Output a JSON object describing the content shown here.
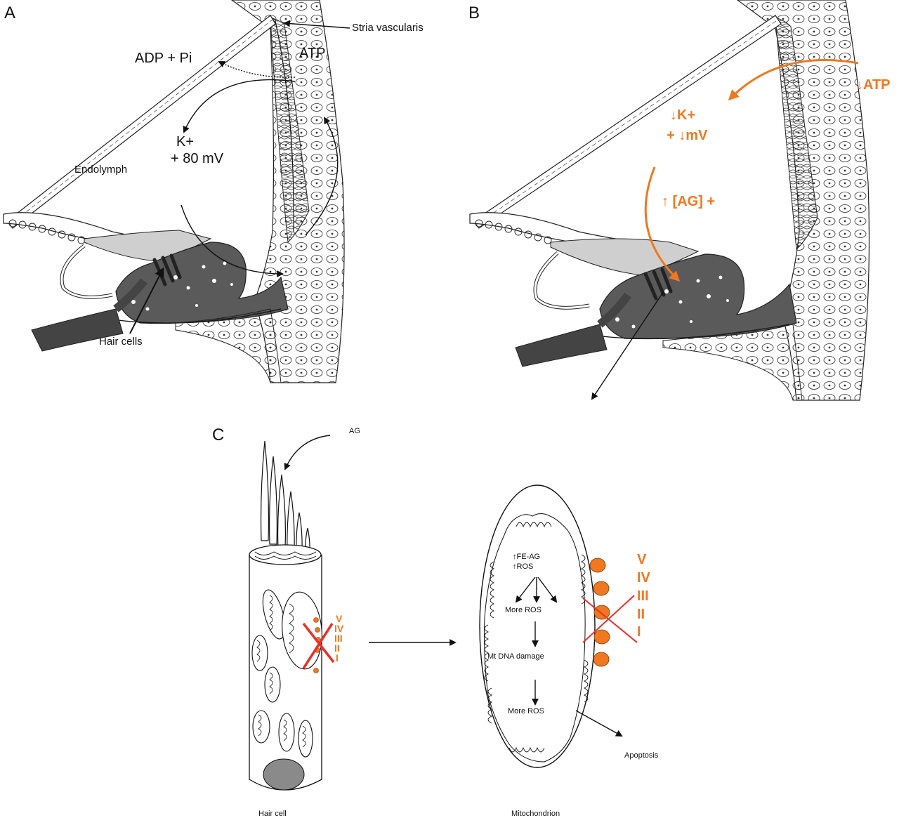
{
  "panels": {
    "a": {
      "label": "A",
      "stria": "Stria vascularis",
      "adp": "ADP + Pi",
      "atp": "ATP",
      "k": "K+",
      "mv": "+ 80 mV",
      "endolymph": "Endolymph",
      "hair_cells": "Hair cells"
    },
    "b": {
      "label": "B",
      "atp": "↓ATP",
      "k": "↓K+",
      "mv": "+ ↓mV",
      "ag": "↑ [AG] +"
    },
    "c": {
      "label": "C",
      "ag": "AG",
      "hair_cell": "Hair cell",
      "mitochondrion": "Mitochondrion",
      "fe_ag": "↑FE-AG",
      "ros": "↑ROS",
      "more_ros_1": "More ROS",
      "mt_dna": "Mt DNA damage",
      "more_ros_2": "More ROS",
      "apoptosis": "Apoptosis",
      "complexes": [
        "V",
        "IV",
        "III",
        "II",
        "I"
      ]
    }
  },
  "colors": {
    "accent": "#f07820",
    "cross": "#e8312a",
    "tissue": "#5a5a5a",
    "membrane": "#cccccc"
  }
}
